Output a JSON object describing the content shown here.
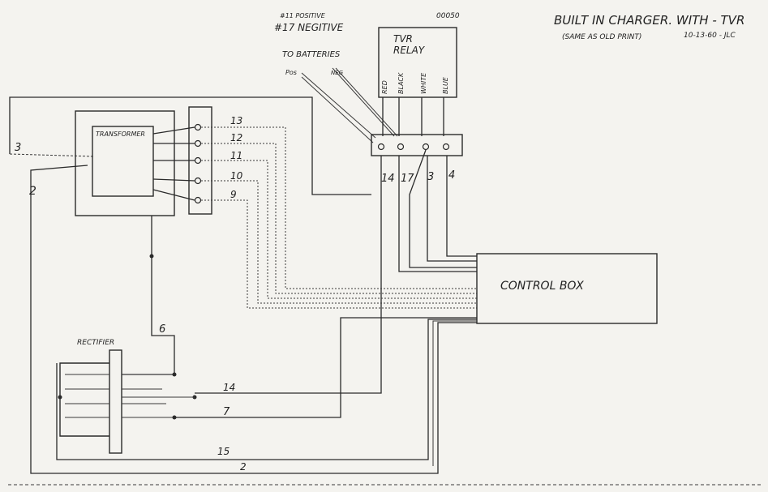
{
  "header": {
    "title": "BUILT IN CHARGER. WITH - TVR",
    "subtitle": "(SAME AS OLD PRINT)",
    "date": "10-13-60 - JLC",
    "doc_number": "00050"
  },
  "notes": {
    "positive": "#11 POSITIVE",
    "negative": "#17 NEGITIVE",
    "to_batteries": "TO BATTERIES",
    "pos": "Pos",
    "neg": "NEG"
  },
  "relay": {
    "title_line1": "TVR",
    "title_line2": "RELAY",
    "wires": [
      "RED",
      "BLACK",
      "WHITE",
      "BLUE"
    ],
    "terminals": [
      "14",
      "17",
      "3",
      "4"
    ]
  },
  "transformer": {
    "label": "TRANSFORMER",
    "taps": [
      "13",
      "12",
      "11",
      "10",
      "9"
    ]
  },
  "control_box": {
    "label": "CONTROL BOX"
  },
  "rectifier": {
    "label": "RECTIFIER"
  },
  "wires": {
    "w3": "3",
    "w2": "2",
    "w6": "6",
    "w14": "14",
    "w7": "7",
    "w15": "15",
    "w2_bottom": "2"
  }
}
